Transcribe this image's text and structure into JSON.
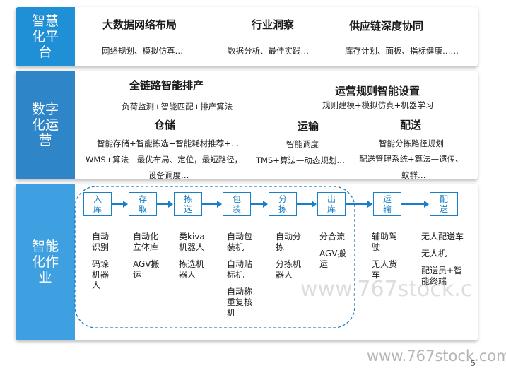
{
  "sections": {
    "platform": {
      "label": "智慧化平台",
      "label_lines": [
        "智慧",
        "化平",
        "台"
      ],
      "color": "#1f8fd6",
      "items": [
        {
          "title": "大数据网络布局",
          "desc": "网络规划、模拟仿真…"
        },
        {
          "title": "行业洞察",
          "desc": "数据分析、最佳实践…"
        },
        {
          "title": "供应链深度协同",
          "desc": "库存计划、面板、指标健康……"
        }
      ]
    },
    "operation": {
      "label": "数字化运营",
      "label_lines": [
        "数字",
        "化运",
        "营"
      ],
      "color": "#2e86c9",
      "scheduling": {
        "title": "全链路智能排产",
        "desc": "负荷监测+智能匹配+排产算法"
      },
      "rules": {
        "title": "运营规则智能设置",
        "desc": "规则建模+模拟仿真+机器学习"
      },
      "storage": {
        "title": "仓储",
        "lines": [
          "智能存储+智能拣选+智能耗材推荐+…",
          "WMS+算法—最优布局、定位，最短路径，",
          "设备调度…"
        ]
      },
      "transport": {
        "title": "运输",
        "lines": [
          "智能调度",
          "TMS+算法—动态规划…"
        ]
      },
      "delivery": {
        "title": "配送",
        "lines": [
          "智能分拣路径规划",
          "配送管理系统+算法—遗传、",
          "蚁群…"
        ]
      }
    },
    "execution": {
      "label": "智能化作业",
      "label_lines": [
        "智能",
        "化作",
        "业"
      ],
      "color": "#3ea0e0",
      "steps": [
        {
          "label": "入库",
          "lines": [
            "入",
            "库"
          ]
        },
        {
          "label": "存取",
          "lines": [
            "存",
            "取"
          ]
        },
        {
          "label": "拣选",
          "lines": [
            "拣",
            "选"
          ]
        },
        {
          "label": "包装",
          "lines": [
            "包",
            "装"
          ]
        },
        {
          "label": "分拣",
          "lines": [
            "分",
            "拣"
          ]
        },
        {
          "label": "出库",
          "lines": [
            "出",
            "库"
          ]
        },
        {
          "label": "运输",
          "lines": [
            "运",
            "输"
          ]
        },
        {
          "label": "配送",
          "lines": [
            "配",
            "送"
          ]
        }
      ],
      "columns": [
        [
          "自动\n识别",
          "码垛\n机器\n人"
        ],
        [
          "自动化\n立体库",
          "AGV搬\n运"
        ],
        [
          "类kiva\n机器人",
          "拣选机\n器人"
        ],
        [
          "自动包\n装机",
          "自动贴\n标机",
          "自动称\n重复核\n机"
        ],
        [
          "自动分\n拣",
          "分拣机\n器人"
        ],
        [
          "分合流",
          "AGV搬\n运"
        ],
        [
          "辅助驾\n驶",
          "无人货\n车"
        ],
        [
          "无人配送车",
          "无人机",
          "配送员+智\n能终端"
        ]
      ]
    }
  },
  "colors": {
    "accent": "#1a7fc4",
    "dashed": "#1a7fc4"
  },
  "watermark": "www.767stock.com",
  "watermark_mid": "www.767stock.c",
  "page_number": "5"
}
